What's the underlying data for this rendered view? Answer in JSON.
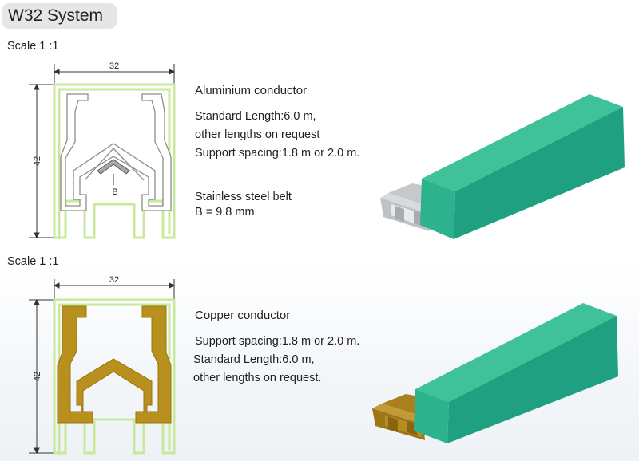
{
  "title": "W32 System",
  "section1": {
    "scale": "Scale 1 :1",
    "width_dim": "32",
    "height_dim": "42",
    "belt_marker": "B",
    "heading": "Aluminium conductor",
    "lines": [
      "Standard Length:6.0 m,",
      "other lengths on request",
      "Support spacing:1.8 m or 2.0 m."
    ],
    "belt_lines": [
      "Stainless steel belt",
      "B = 9.8 mm"
    ]
  },
  "section2": {
    "scale": "Scale 1 :1",
    "width_dim": "32",
    "height_dim": "42",
    "heading": "Copper conductor",
    "lines": [
      "Support spacing:1.8 m or 2.0 m.",
      "Standard Length:6.0 m,",
      "other lengths on request."
    ]
  },
  "colors": {
    "housing_outline": "#c8e89a",
    "aluminium_conductor": "#8c8c8c",
    "copper_conductor": "#b8901e",
    "housing_green": "#2ab08a",
    "title_bg": "#e6e6e6"
  }
}
